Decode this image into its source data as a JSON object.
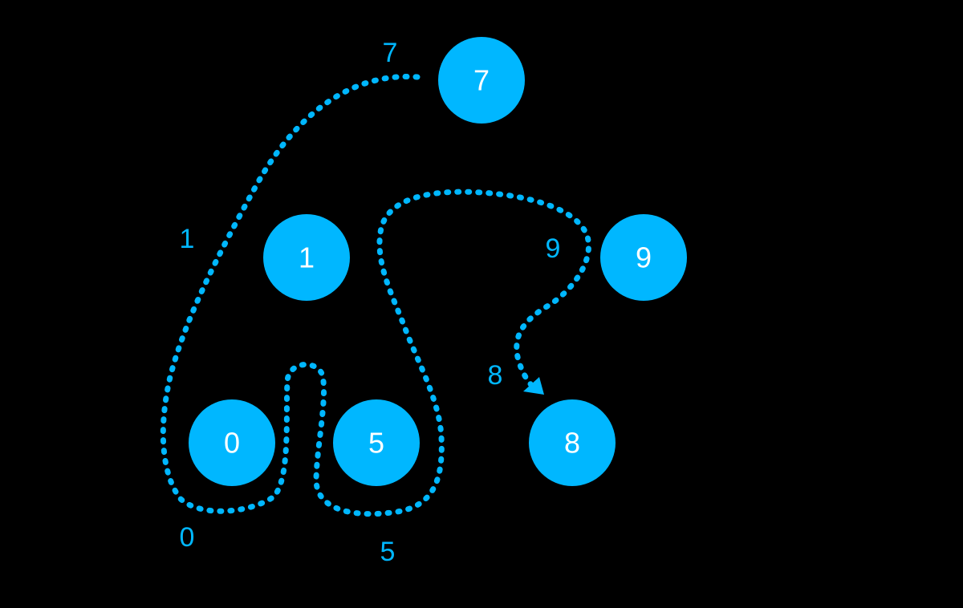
{
  "colors": {
    "background": "#000000",
    "node_fill": "#00B7FF",
    "node_text": "#FFFFFF",
    "path": "#00B7FF"
  },
  "nodes": [
    {
      "label": "7"
    },
    {
      "label": "1"
    },
    {
      "label": "9"
    },
    {
      "label": "0"
    },
    {
      "label": "5"
    },
    {
      "label": "8"
    }
  ],
  "traversal_labels": [
    "7",
    "1",
    "0",
    "5",
    "9",
    "8"
  ]
}
